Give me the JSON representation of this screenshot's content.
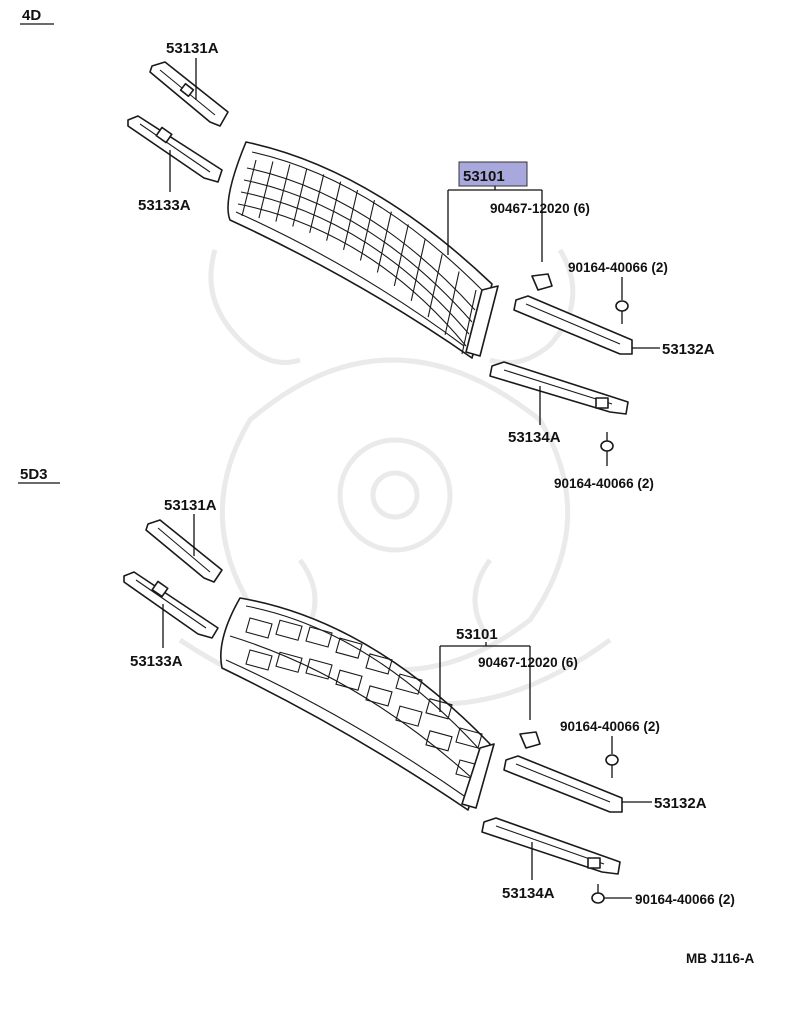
{
  "sections": [
    {
      "code": "4D",
      "labels": {
        "upper_bracket": "53131A",
        "lower_bracket": "53133A",
        "grille": "53101",
        "clip": "90467-12020 (6)",
        "screw_top": "90164-40066 (2)",
        "right_bracket": "53132A",
        "right_lower_bracket": "53134A",
        "screw_bottom": "90164-40066 (2)"
      },
      "grille_highlighted": true
    },
    {
      "code": "5D3",
      "labels": {
        "upper_bracket": "53131A",
        "lower_bracket": "53133A",
        "grille": "53101",
        "clip": "90467-12020 (6)",
        "screw_top": "90164-40066 (2)",
        "right_bracket": "53132A",
        "right_lower_bracket": "53134A",
        "screw_bottom": "90164-40066 (2)"
      },
      "grille_highlighted": false
    }
  ],
  "footer_code": "MB J116-A",
  "colors": {
    "highlight": "#a8a8dc",
    "ink": "#111111",
    "watermark": "#dcdcdc"
  }
}
